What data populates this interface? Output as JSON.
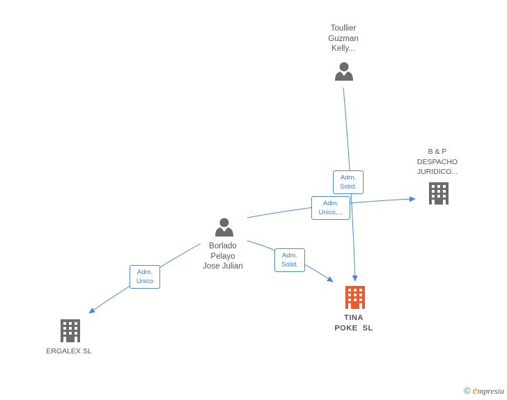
{
  "nodes": {
    "toullier": {
      "lines": [
        "Toullier",
        "Guzman",
        "Kelly..."
      ],
      "type": "person"
    },
    "borlado": {
      "lines": [
        "Borlado",
        "Pelayo",
        "Jose Julian"
      ],
      "type": "person"
    },
    "bp": {
      "lines": [
        "B & P",
        "DESPACHO",
        "JURIDICO..."
      ],
      "type": "company"
    },
    "tina": {
      "lines": [
        "TINA",
        "POKE  SL"
      ],
      "type": "company-main"
    },
    "ergalex": {
      "lines": [
        "ERGALEX SL"
      ],
      "type": "company"
    }
  },
  "edges": {
    "toullier_tina": [
      "Adm.",
      "Solid."
    ],
    "borlado_bp": [
      "Adm.",
      "Unico,..."
    ],
    "borlado_tina": [
      "Adm.",
      "Solid."
    ],
    "borlado_ergalex": [
      "Adm.",
      "Unico"
    ]
  },
  "footer": {
    "copyright": "©",
    "brand_initial": "e",
    "brand_rest": "mpresia"
  },
  "colors": {
    "edge": "#4a89d8",
    "person": "#6b6b6b",
    "company": "#6b6b6b",
    "main": "#f05a28"
  }
}
